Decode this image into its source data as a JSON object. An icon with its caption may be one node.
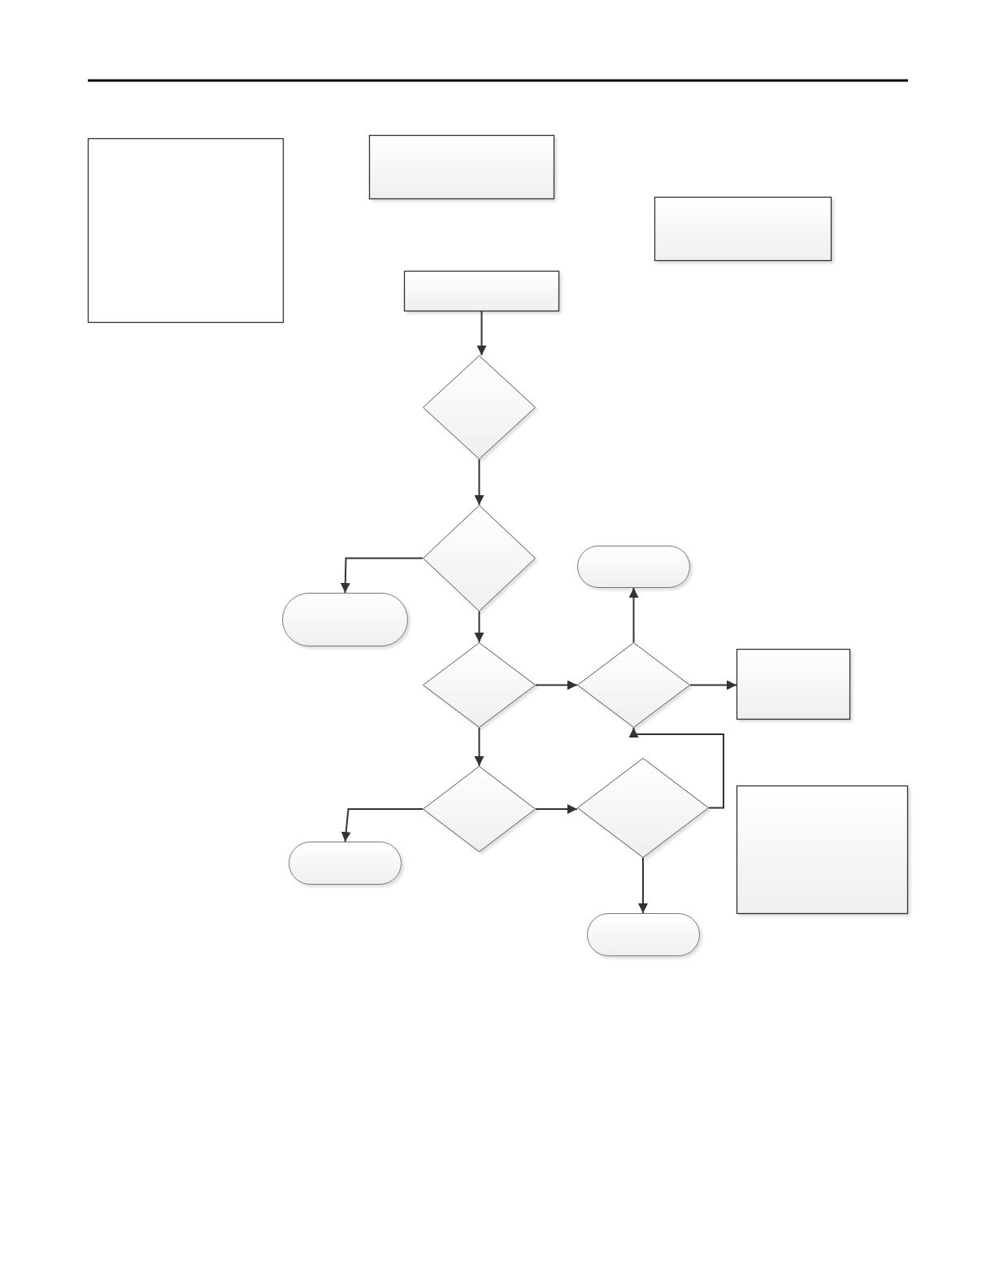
{
  "diagram": {
    "nodes": [
      {
        "text": [],
        "shape": "box"
      },
      {
        "text": [],
        "shape": "box"
      },
      {
        "text": [],
        "shape": "box"
      },
      {
        "text": [],
        "shape": "box"
      },
      {
        "text": [],
        "shape": "diamond"
      },
      {
        "text": [],
        "shape": "diamond"
      },
      {
        "text": [],
        "shape": "pill"
      },
      {
        "text": [],
        "shape": "pill"
      },
      {
        "text": [],
        "shape": "diamond"
      },
      {
        "text": [],
        "shape": "diamond"
      },
      {
        "text": [],
        "shape": "box"
      },
      {
        "text": [],
        "shape": "diamond"
      },
      {
        "text": [],
        "shape": "diamond"
      },
      {
        "text": [],
        "shape": "pill"
      },
      {
        "text": [],
        "shape": "box"
      },
      {
        "text": [],
        "shape": "pill"
      }
    ],
    "edges": [
      {
        "from": 3,
        "to": 4,
        "arrow": "to"
      },
      {
        "from": 4,
        "to": 5,
        "arrow": "to"
      },
      {
        "from": 5,
        "to": 6,
        "arrow": "to"
      },
      {
        "from": 5,
        "to": 8,
        "arrow": "to"
      },
      {
        "from": 8,
        "to": 9,
        "arrow": "to"
      },
      {
        "from": 9,
        "to": 7,
        "arrow": "to"
      },
      {
        "from": 9,
        "to": 10,
        "arrow": "to"
      },
      {
        "from": 8,
        "to": 11,
        "arrow": "to"
      },
      {
        "from": 11,
        "to": 13,
        "arrow": "to"
      },
      {
        "from": 11,
        "to": 12,
        "arrow": "to"
      },
      {
        "from": 12,
        "to": 9,
        "arrow": "to"
      },
      {
        "from": 12,
        "to": 15,
        "arrow": "to"
      }
    ]
  }
}
